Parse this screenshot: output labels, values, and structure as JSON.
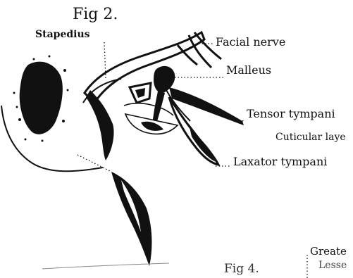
{
  "figure": {
    "title": "Fig 2."
  },
  "labels": {
    "stapedius": "Stapedius",
    "facial_nerve": "Facial nerve",
    "malleus": "Malleus",
    "tensor_tympani": "Tensor tympani",
    "cuticular_layer": "Cuticular laye",
    "laxator_tympani": "Laxator tympani",
    "next_figure": "Fig 4.",
    "greater": "Greate",
    "lesser": "Lesse"
  },
  "colors": {
    "ink": "#111111",
    "paper": "#ffffff",
    "faint": "#888888"
  }
}
